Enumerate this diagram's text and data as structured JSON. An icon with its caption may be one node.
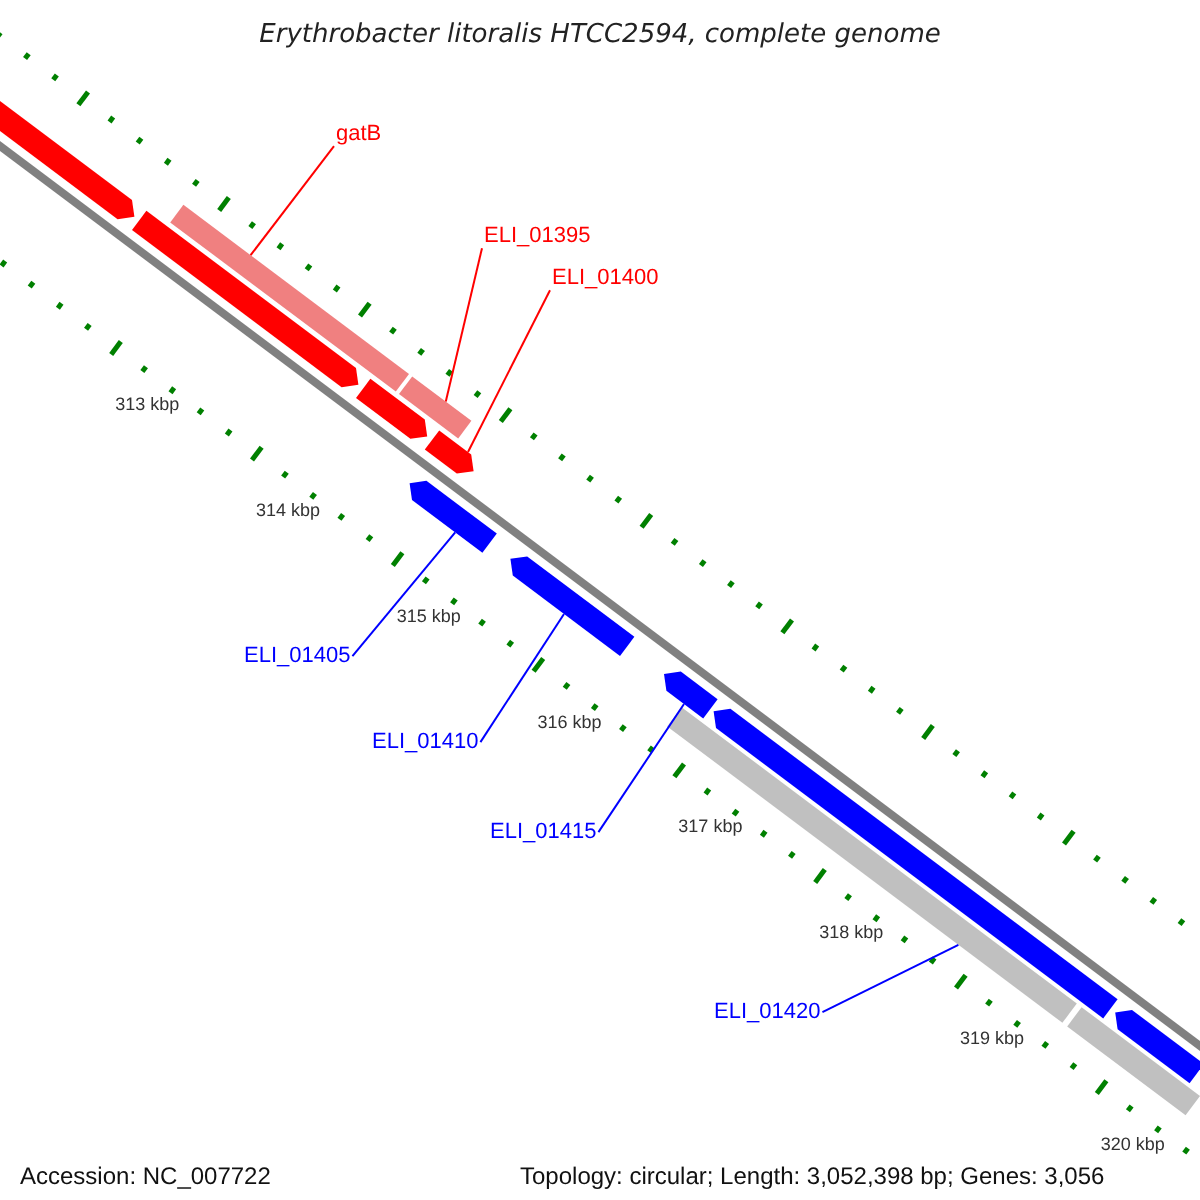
{
  "diagram": {
    "title": "Erythrobacter litoralis HTCC2594, complete genome",
    "nodes": [
      {
        "text": [
          "gatB"
        ]
      },
      {
        "text": [
          "ELI_01395"
        ]
      },
      {
        "text": [
          "ELI_01400"
        ]
      },
      {
        "text": [
          "ELI_01405"
        ]
      },
      {
        "text": [
          "ELI_01410"
        ]
      },
      {
        "text": [
          "ELI_01415"
        ]
      },
      {
        "text": [
          "ELI_01420"
        ]
      },
      {
        "text": [],
        "shape": "bar"
      },
      {
        "text": [],
        "shape": "bar"
      },
      {
        "text": [],
        "shape": "bar"
      },
      {
        "text": [],
        "shape": "bar"
      },
      {
        "text": [],
        "shape": "bar"
      },
      {
        "text": [],
        "shape": "bar"
      },
      {
        "text": [],
        "shape": "bar"
      },
      {
        "text": [],
        "shape": "bar"
      },
      {
        "text": [],
        "shape": "bar"
      },
      {
        "text": [],
        "shape": "bar"
      },
      {
        "text": [],
        "shape": "bar"
      },
      {
        "text": [],
        "shape": "bar"
      },
      {
        "text": [],
        "shape": "bar"
      }
    ],
    "edges": [
      {
        "from": 0,
        "to": 7,
        "arrow": "none",
        "color": "#ff0000"
      },
      {
        "from": 1,
        "to": 8,
        "arrow": "none",
        "color": "#ff0000"
      },
      {
        "from": 2,
        "to": 9,
        "arrow": "none",
        "color": "#ff0000"
      },
      {
        "from": 3,
        "to": 10,
        "arrow": "none"
      },
      {
        "from": 4,
        "to": 11,
        "arrow": "none"
      },
      {
        "from": 5,
        "to": 12,
        "arrow": "none"
      },
      {
        "from": 6,
        "to": 13,
        "arrow": "none"
      }
    ],
    "labels": [
      "313 kbp",
      "314 kbp",
      "315 kbp",
      "316 kbp",
      "317 kbp",
      "318 kbp",
      "319 kbp",
      "320 kbp",
      "Accession: NC_007722",
      "Topology: circular; Length: 3,052,398 bp; Genes: 3,056"
    ]
  }
}
